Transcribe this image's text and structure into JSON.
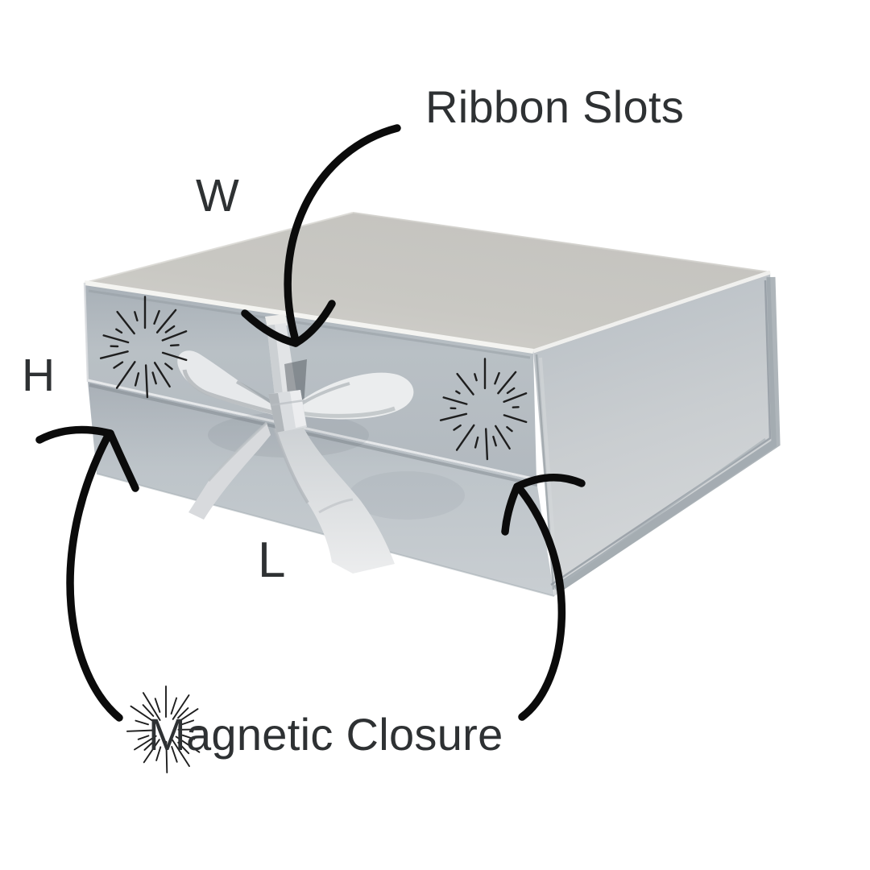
{
  "page": {
    "background_color": "#ffffff"
  },
  "labels": {
    "ribbon_slots": "Ribbon Slots",
    "width_letter": "W",
    "height_letter": "H",
    "length_letter": "L",
    "magnetic_closure": "Magnetic Closure"
  },
  "colors": {
    "text": "#2e3133",
    "arrow": "#0b0b0b",
    "burst": "#1e1e1e",
    "box_top_face": "#c8c7c2",
    "box_front_face": "#b8bfc5",
    "box_side_face": "#c9cdd0",
    "ribbon": "#e8e9eb",
    "background": "#ffffff"
  },
  "icons": [
    {
      "name": "ribbon-slots-arrow-icon",
      "type": "curved-arrow"
    },
    {
      "name": "magnetic-left-arrow-icon",
      "type": "curved-arrow"
    },
    {
      "name": "magnetic-right-arrow-icon",
      "type": "curved-arrow"
    },
    {
      "name": "sparkle-burst-left-icon",
      "type": "sparkle-burst"
    },
    {
      "name": "sparkle-burst-right-icon",
      "type": "sparkle-burst"
    },
    {
      "name": "sparkle-burst-text-icon",
      "type": "sparkle-burst"
    }
  ]
}
